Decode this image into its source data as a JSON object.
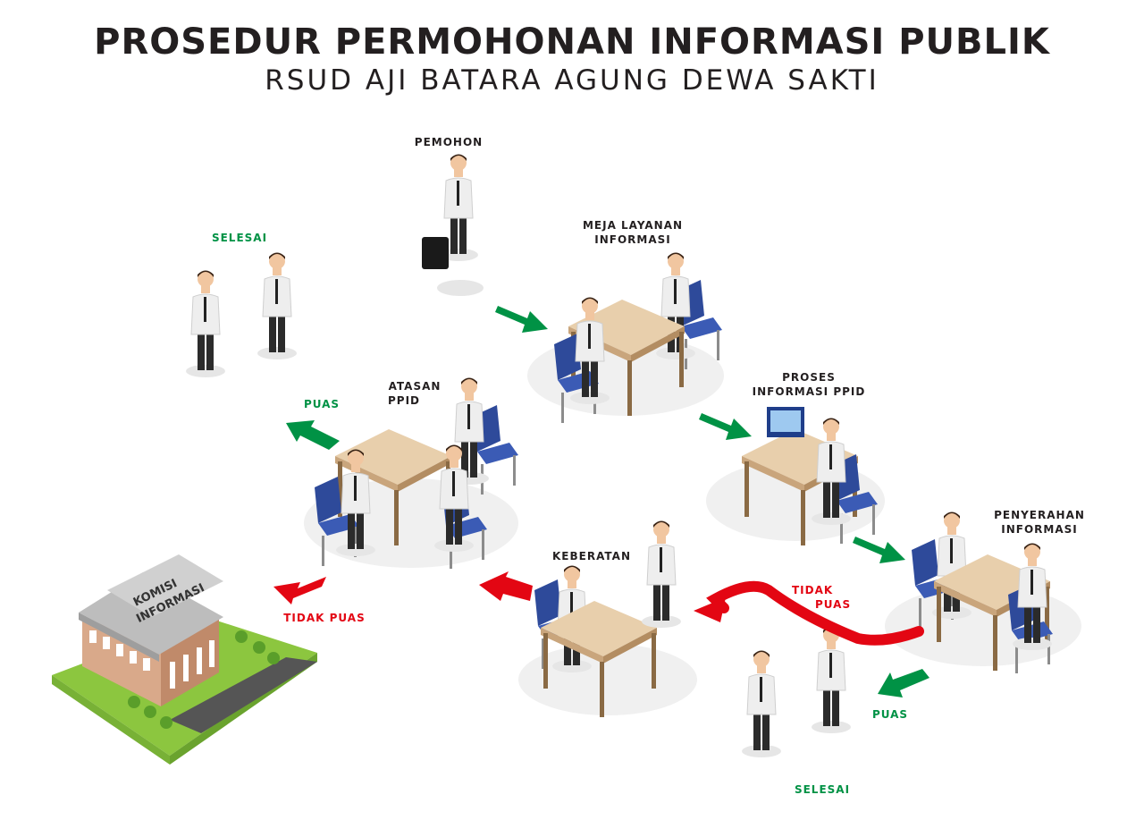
{
  "header": {
    "title": "PROSEDUR PERMOHONAN INFORMASI PUBLIK",
    "subtitle": "RSUD AJI BATARA AGUNG DEWA SAKTI"
  },
  "colors": {
    "green": "#009245",
    "red": "#e30613",
    "dark": "#231f20",
    "desk": "#e2c9a7",
    "chair": "#2e4a9a"
  },
  "labels": {
    "pemohon": "PEMOHON",
    "meja_line1": "MEJA LAYANAN",
    "meja_line2": "INFORMASI",
    "proses_line1": "PROSES",
    "proses_line2": "INFORMASI PPID",
    "penyerahan_line1": "PENYERAHAN",
    "penyerahan_line2": "INFORMASI",
    "tidak_puas_line1": "TIDAK",
    "tidak_puas_line2": "PUAS",
    "puas_bottom": "PUAS",
    "selesai_bottom": "SELESAI",
    "keberatan": "KEBERATAN",
    "atasan_line1": "ATASAN",
    "atasan_line2": "PPID",
    "puas_left": "PUAS",
    "selesai_top": "SELESAI",
    "tidak_puas_left": "TIDAK PUAS"
  },
  "building": {
    "sign_line1": "KOMISI",
    "sign_line2": "INFORMASI"
  }
}
